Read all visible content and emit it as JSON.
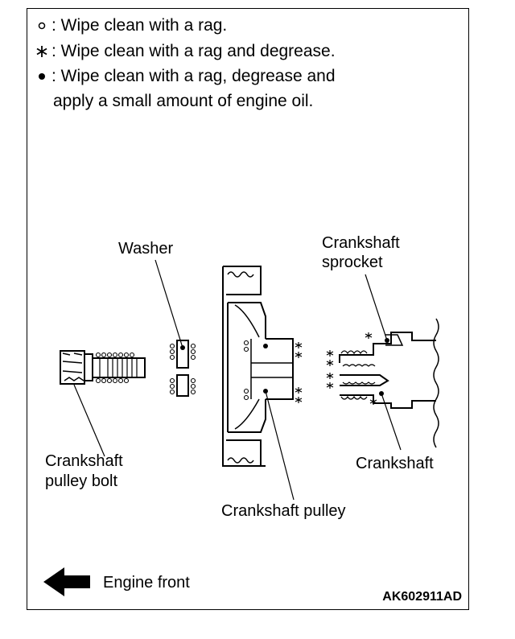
{
  "legend": [
    {
      "symbol": "open-circle-icon",
      "text": ": Wipe clean with a rag."
    },
    {
      "symbol": "asterisk-icon",
      "text": ": Wipe clean with a rag and degrease."
    },
    {
      "symbol": "filled-dot-icon",
      "text": ": Wipe clean with a rag, degrease and"
    },
    {
      "symbol": "",
      "text": "apply a small amount of engine oil."
    }
  ],
  "labels": {
    "washer": "Washer",
    "sprocket_line1": "Crankshaft",
    "sprocket_line2": "sprocket",
    "bolt_line1": "Crankshaft",
    "bolt_line2": "pulley bolt",
    "crankshaft": "Crankshaft",
    "pulley": "Crankshaft pulley"
  },
  "footer": {
    "direction_label": "Engine front",
    "direction_icon": "left-arrow-icon",
    "figure_code": "AK602911AD"
  }
}
